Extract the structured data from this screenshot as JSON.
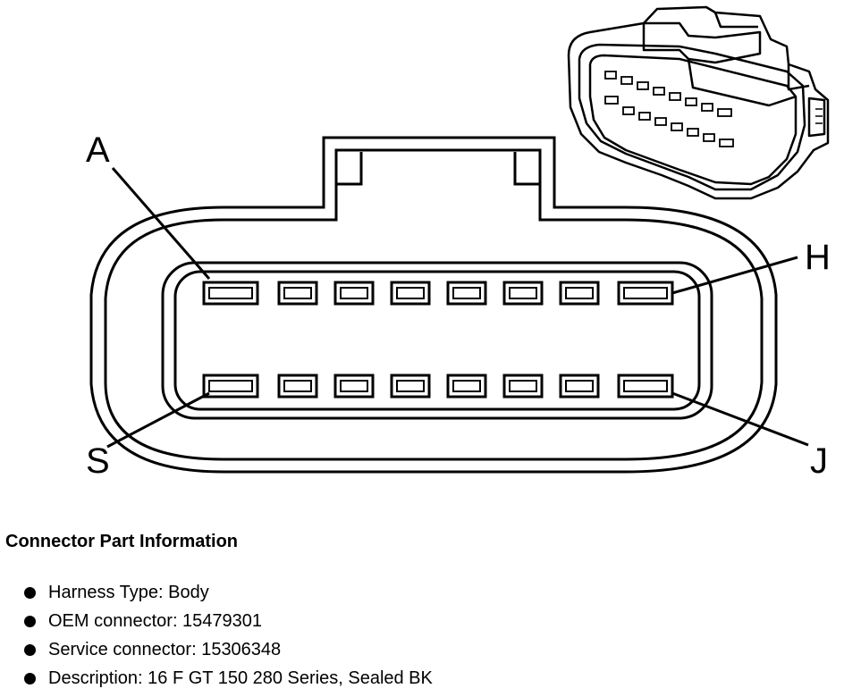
{
  "pin_labels": {
    "top_left": "A",
    "top_right": "H",
    "bottom_left": "S",
    "bottom_right": "J"
  },
  "info": {
    "title": "Connector Part Information",
    "items": [
      "Harness Type: Body",
      "OEM connector: 15479301",
      "Service connector: 15306348",
      "Description: 16 F GT 150 280 Series, Sealed BK"
    ]
  },
  "pin_counts": {
    "top_row": 8,
    "bottom_row": 8
  },
  "colors": {
    "line": "#000000",
    "background": "#ffffff"
  }
}
